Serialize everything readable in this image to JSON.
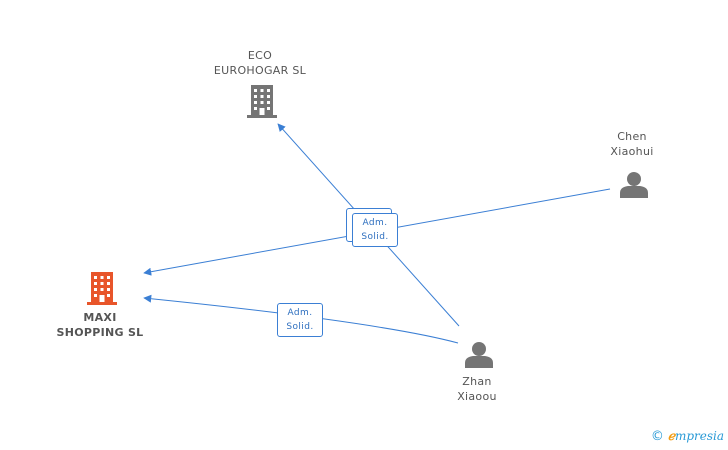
{
  "nodes": {
    "eco": {
      "line1": "ECO",
      "line2": "EUROHOGAR SL",
      "icon": "building-icon",
      "color": "#757575"
    },
    "maxi": {
      "line1": "MAXI",
      "line2": "SHOPPING SL",
      "icon": "building-icon",
      "color": "#e8552a"
    },
    "chen": {
      "line1": "Chen",
      "line2": "Xiaohui",
      "icon": "person-icon",
      "color": "#757575"
    },
    "zhan": {
      "line1": "Zhan",
      "line2": "Xiaoou",
      "icon": "person-icon",
      "color": "#757575"
    }
  },
  "edges": [
    {
      "from": "zhan",
      "to": "eco",
      "role_line1": "Adm.",
      "role_line2": "Solid."
    },
    {
      "from": "chen",
      "to": "maxi",
      "role_line1": "Adm.",
      "role_line2": "Solid."
    },
    {
      "from": "zhan",
      "to": "maxi",
      "role_line1": "Adm.",
      "role_line2": "Solid."
    }
  ],
  "edge_color": "#3b7fd4",
  "footer": {
    "copyright": "©",
    "brand_first": "ℯ",
    "brand_rest": "mpresia"
  }
}
